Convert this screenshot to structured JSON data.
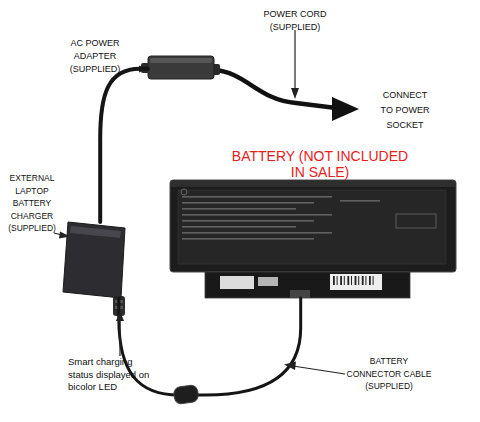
{
  "diagram": {
    "nodes": [
      {
        "text": [
          "AC POWER ADAPTER (SUPPLIED)"
        ]
      },
      {
        "text": [
          "EXTERNAL LAPTOP BATTERY CHARGER (SUPPLIED)"
        ]
      },
      {
        "text": [
          "BATTERY (NOT INCLUDED IN SALE)"
        ]
      }
    ],
    "edges": [
      {
        "from": 0,
        "to": 1,
        "arrow": "none"
      },
      {
        "from": 1,
        "to": 2,
        "arrow": "none"
      }
    ],
    "labels": [
      "POWER CORD (SUPPLIED)",
      "CONNECT TO POWER SOCKET",
      "Smart charging status displayed on bicolor LED",
      "BATTERY CONNECTOR CABLE (SUPPLIED)"
    ]
  }
}
